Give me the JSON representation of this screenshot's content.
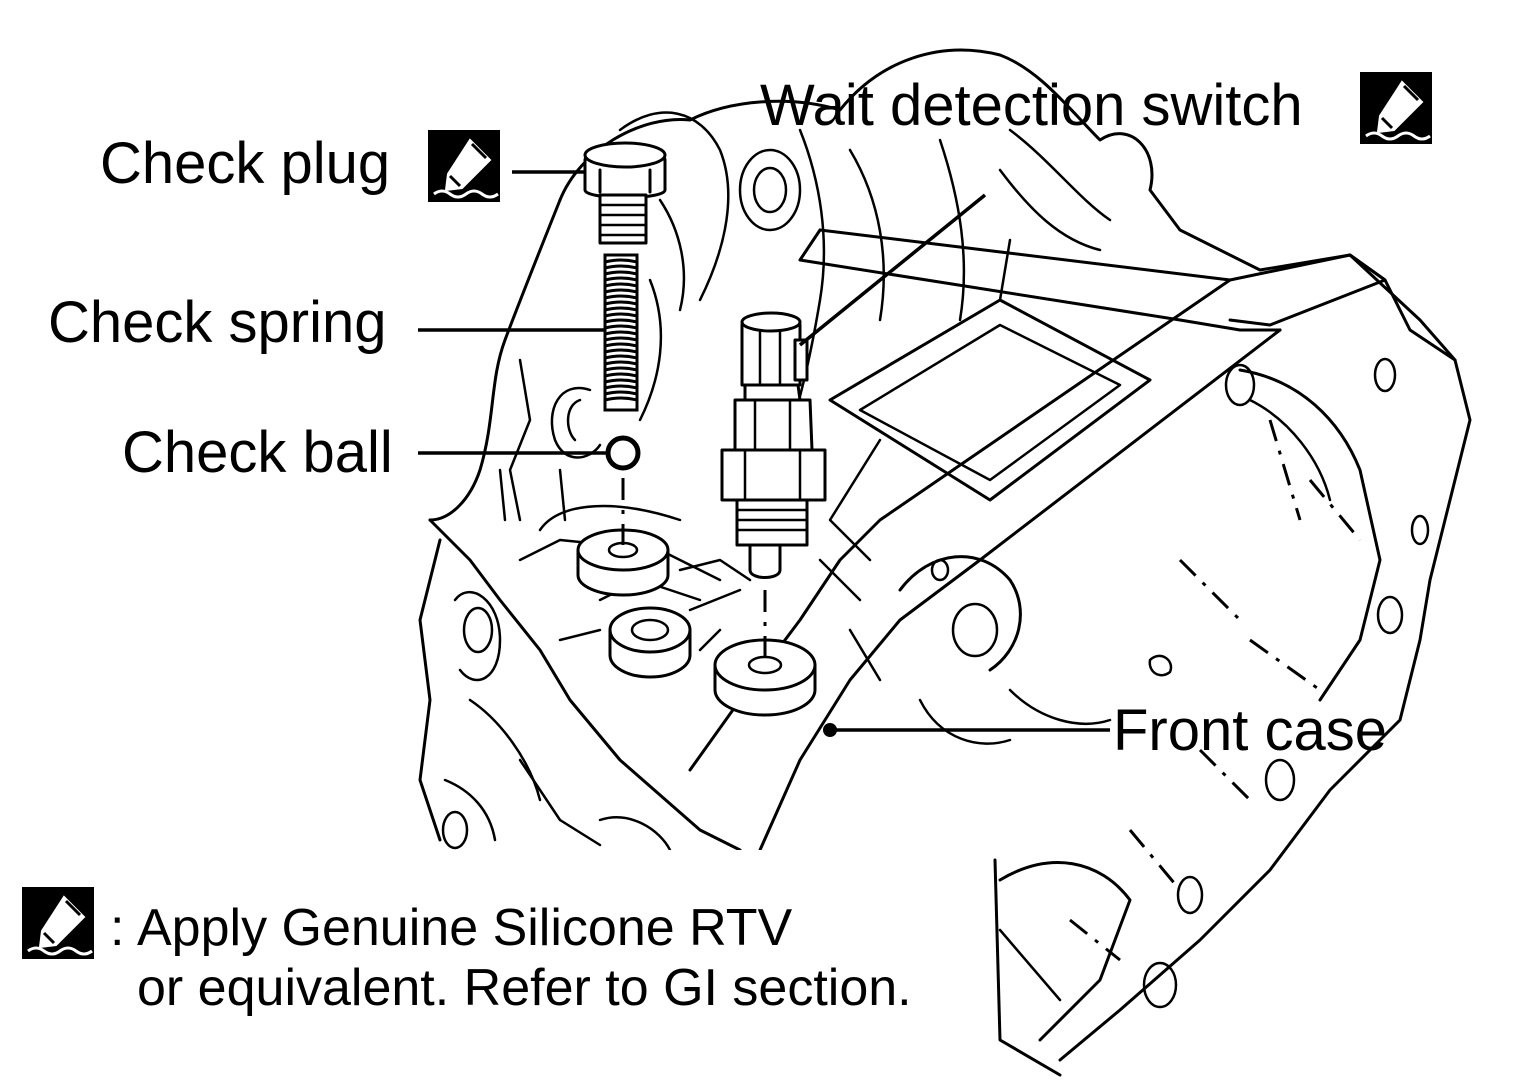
{
  "labels": {
    "check_plug": "Check plug",
    "check_spring": "Check spring",
    "check_ball": "Check ball",
    "wait_detection_switch": "Wait detection switch",
    "front_case": "Front case"
  },
  "legend": {
    "colon": ":",
    "line1": "Apply Genuine Silicone RTV",
    "line2": "or equivalent. Refer to GI section."
  },
  "icons": {
    "sealant": "sealant-tube-icon"
  },
  "colors": {
    "ink": "#000000",
    "paper": "#ffffff"
  }
}
